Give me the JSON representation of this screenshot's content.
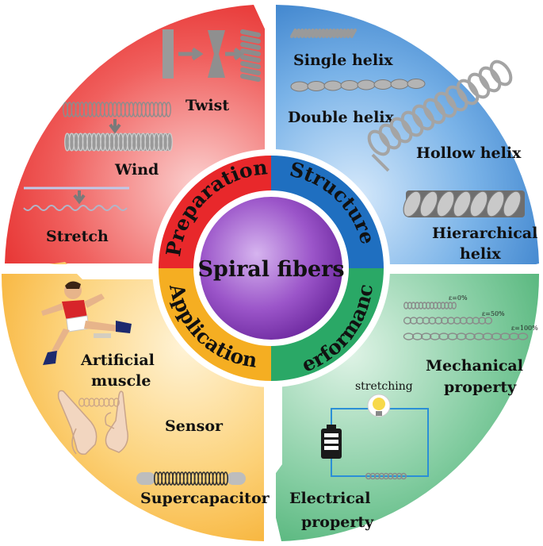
{
  "center_title": "Spiral fibers",
  "ring": {
    "preparation": "Preparation",
    "structure": "Structure",
    "performance": "Performance",
    "application": "Application"
  },
  "preparation_items": {
    "twist": "Twist",
    "wind": "Wind",
    "stretch": "Stretch"
  },
  "structure_items": {
    "single": "Single helix",
    "double": "Double helix",
    "hollow": "Hollow helix",
    "hier1": "Hierarchical",
    "hier2": "helix"
  },
  "performance_items": {
    "mech1": "Mechanical",
    "mech2": "property",
    "stretching": "stretching",
    "elec1": "Electrical",
    "elec2": "property",
    "strain0": "ε=0%",
    "strain50": "ε=50%",
    "strain100": "ε=100%"
  },
  "application_items": {
    "muscle1": "Artificial",
    "muscle2": "muscle",
    "sensor": "Sensor",
    "supercap": "Supercapacitor"
  },
  "colors": {
    "preparation": "#e8282b",
    "structure": "#1f6fc0",
    "performance": "#2aa866",
    "application": "#f5ae22",
    "center": "#8b3fb8"
  }
}
